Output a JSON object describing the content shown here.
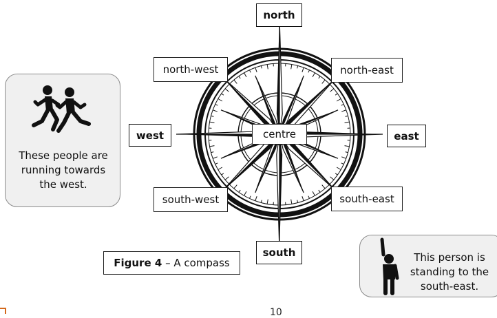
{
  "compass": {
    "north": "north",
    "south": "south",
    "east": "east",
    "west": "west",
    "north_west": "north-west",
    "north_east": "north-east",
    "south_west": "south-west",
    "south_east": "south-east",
    "centre": "centre"
  },
  "left_card": {
    "icon": "running-people-icon",
    "text": "These people are running towards the west."
  },
  "right_card": {
    "icon": "standing-person-icon",
    "text": "This person is standing to the south-east."
  },
  "caption": {
    "bold": "Figure 4",
    "rest": " – A compass"
  },
  "page_number": "10",
  "colors": {
    "card_bg": "#f0f0f0",
    "corner_accent": "#d4691c"
  }
}
